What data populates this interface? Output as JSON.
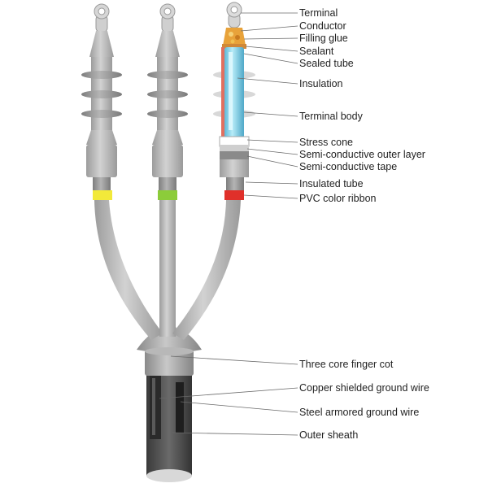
{
  "diagram": {
    "labels": [
      "Terminal",
      "Conductor",
      "Filling glue",
      "Sealant",
      "Sealed tube",
      "Insulation",
      "Terminal body",
      "Stress cone",
      "Semi-conductive outer layer",
      "Semi-conductive tape",
      "Insulated tube",
      "PVC color ribbon",
      "Three core finger cot",
      "Copper shielded ground wire",
      "Steel armored ground wire",
      "Outer sheath"
    ],
    "colors": {
      "phase_left_ribbon": "#f2e93a",
      "phase_middle_ribbon": "#8ccc3a",
      "phase_right_ribbon": "#e0302a",
      "insulation": "#7fd0e8",
      "body_gray": "#bdbdbd",
      "sheath_dark": "#4a4a4a",
      "conductor": "#e8a23a"
    }
  }
}
